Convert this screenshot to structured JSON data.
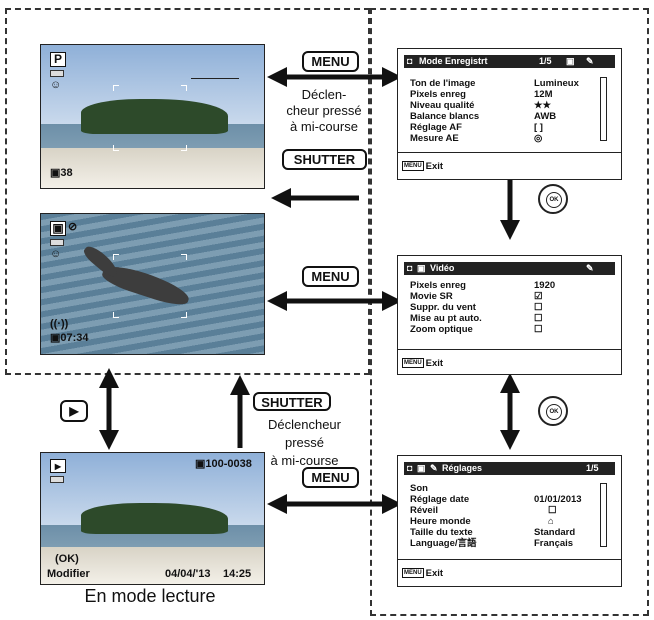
{
  "buttons": {
    "menu": "MENU",
    "shutter": "SHUTTER",
    "play_icon": "play-icon"
  },
  "captions": {
    "half_press_1": "Déclen-\ncheur pressé\nà mi-course",
    "half_press_2": "Déclencheur pressé\nà mi-course",
    "playback_mode": "En mode lecture"
  },
  "screens": {
    "photo": {
      "mode": "P",
      "shots": "38"
    },
    "video": {
      "time": "07:34"
    },
    "playback": {
      "file": "100-0038",
      "action": "Modifier",
      "date": "04/04/'13",
      "time": "14:25"
    }
  },
  "menus": {
    "record": {
      "title": "Mode Enregistrt",
      "page": "1/5",
      "rows": [
        {
          "label": "Ton de l'image",
          "value": "Lumineux"
        },
        {
          "label": "Pixels enreg",
          "value": "12M"
        },
        {
          "label": "Niveau qualité",
          "value": "★★"
        },
        {
          "label": "Balance blancs",
          "value": "AWB"
        },
        {
          "label": "Réglage AF",
          "value": "[ ]"
        },
        {
          "label": "Mesure AE",
          "value": "◎"
        }
      ],
      "exit": "Exit"
    },
    "video": {
      "title": "Vidéo",
      "rows": [
        {
          "label": "Pixels enreg",
          "value": "1920"
        },
        {
          "label": "Movie SR",
          "value": "☑"
        },
        {
          "label": "Suppr. du vent",
          "value": "☐"
        },
        {
          "label": "Mise au pt auto.",
          "value": "☐"
        },
        {
          "label": "Zoom optique",
          "value": "☐"
        }
      ],
      "exit": "Exit"
    },
    "settings": {
      "title": "Réglages",
      "page": "1/5",
      "rows": [
        {
          "label": "Son",
          "value": ""
        },
        {
          "label": "Réglage date",
          "value": "01/01/2013"
        },
        {
          "label": "Réveil",
          "value": "☐"
        },
        {
          "label": "Heure monde",
          "value": "⌂"
        },
        {
          "label": "Taille du texte",
          "value": "Standard"
        },
        {
          "label": "Language/言語",
          "value": "Français"
        }
      ],
      "exit": "Exit"
    }
  },
  "menu_mark": "MENU",
  "ok_label": "OK"
}
